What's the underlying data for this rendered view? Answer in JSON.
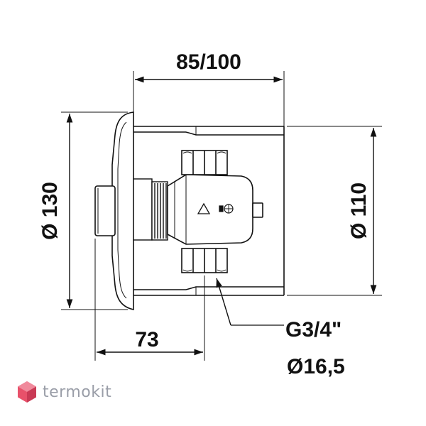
{
  "dimensions": {
    "depth": "85/100",
    "outer_diameter": "Ø 130",
    "body_diameter": "Ø 110",
    "protrusion": "73",
    "thread": "G3/4\"",
    "pipe_diameter": "Ø16,5"
  },
  "watermark": {
    "brand": "termokit",
    "logo_colors": [
      "#e8516a",
      "#f08a9c",
      "#c93a55"
    ]
  },
  "symbols": {
    "warning": "triangle-icon",
    "temperature": "thermostat-icon"
  }
}
